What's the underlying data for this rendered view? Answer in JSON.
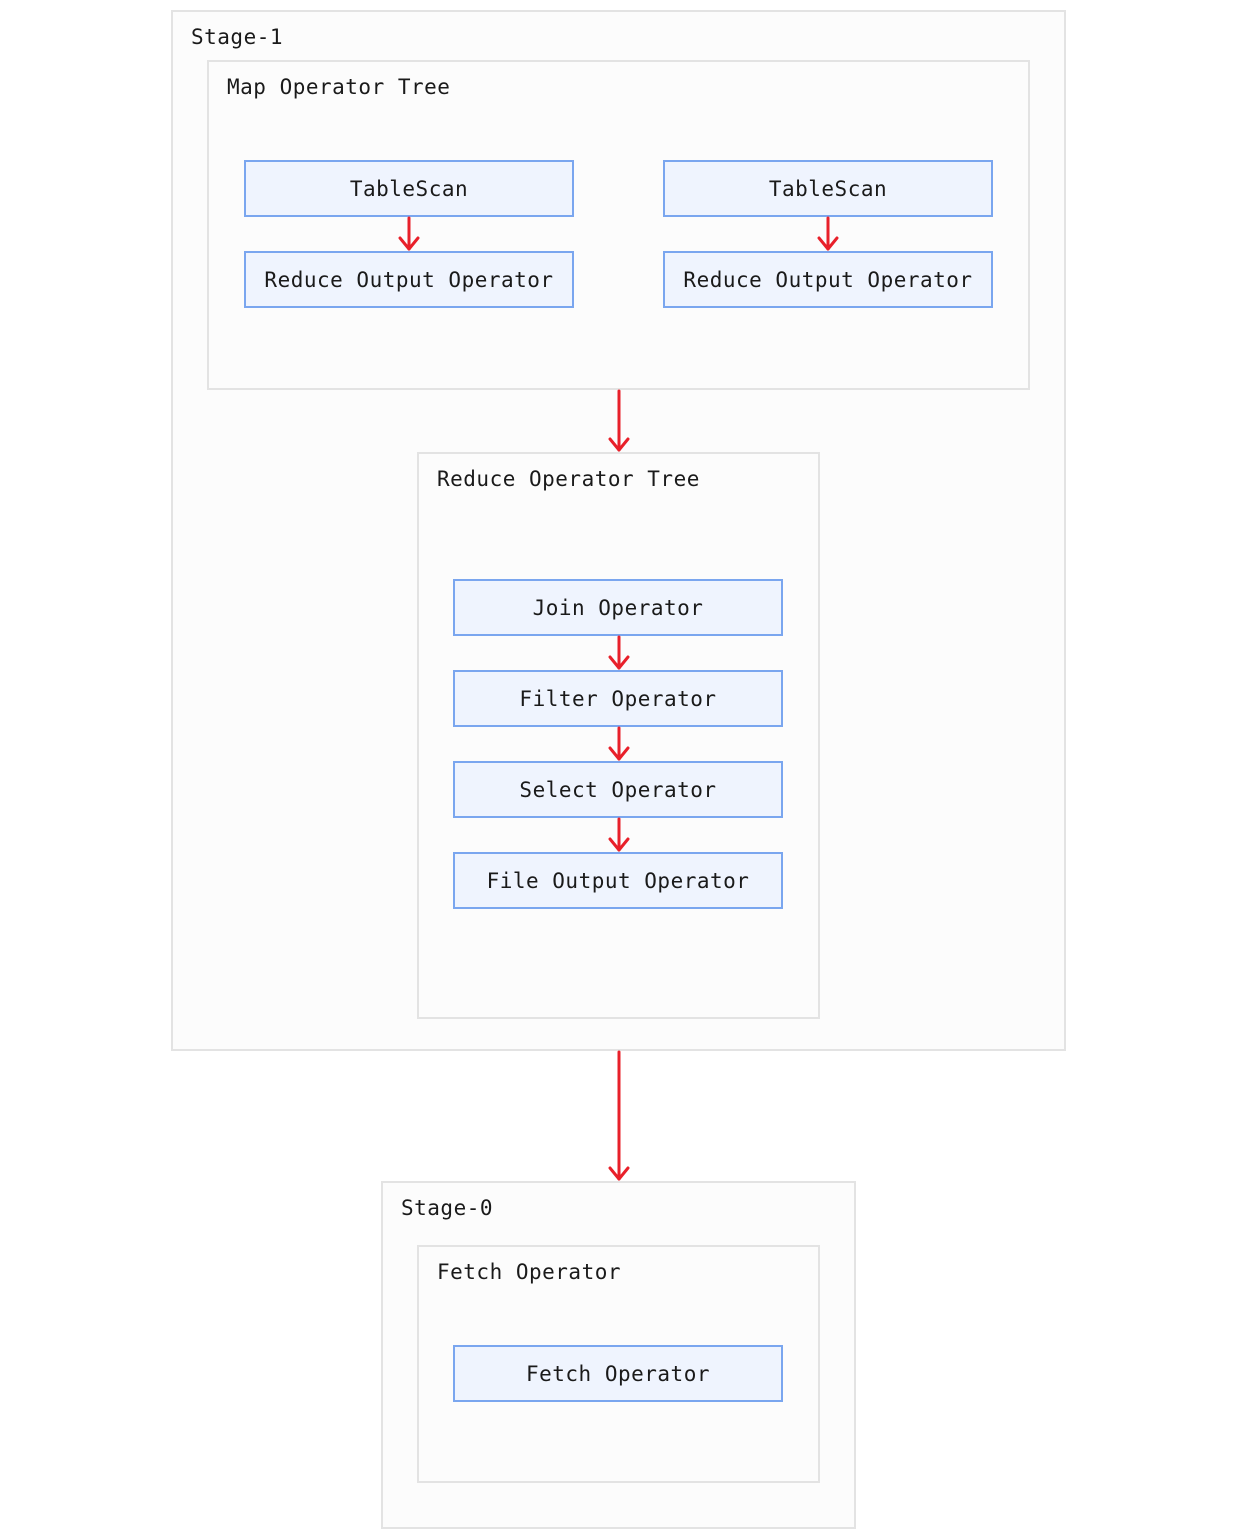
{
  "stage1": {
    "title": "Stage-1",
    "map_tree": {
      "title": "Map Operator Tree",
      "left": {
        "scan": "TableScan",
        "reduce_output": "Reduce Output Operator"
      },
      "right": {
        "scan": "TableScan",
        "reduce_output": "Reduce Output Operator"
      }
    },
    "reduce_tree": {
      "title": "Reduce Operator Tree",
      "nodes": [
        "Join Operator",
        "Filter Operator",
        "Select Operator",
        "File Output Operator"
      ]
    }
  },
  "stage0": {
    "title": "Stage-0",
    "fetch_tree": {
      "title": "Fetch Operator",
      "node": "Fetch Operator"
    }
  },
  "colors": {
    "edge": "#e8202a",
    "node_fill": "#eff4fe",
    "node_border": "#7aa6ef",
    "container_border": "#e3e3e3"
  }
}
